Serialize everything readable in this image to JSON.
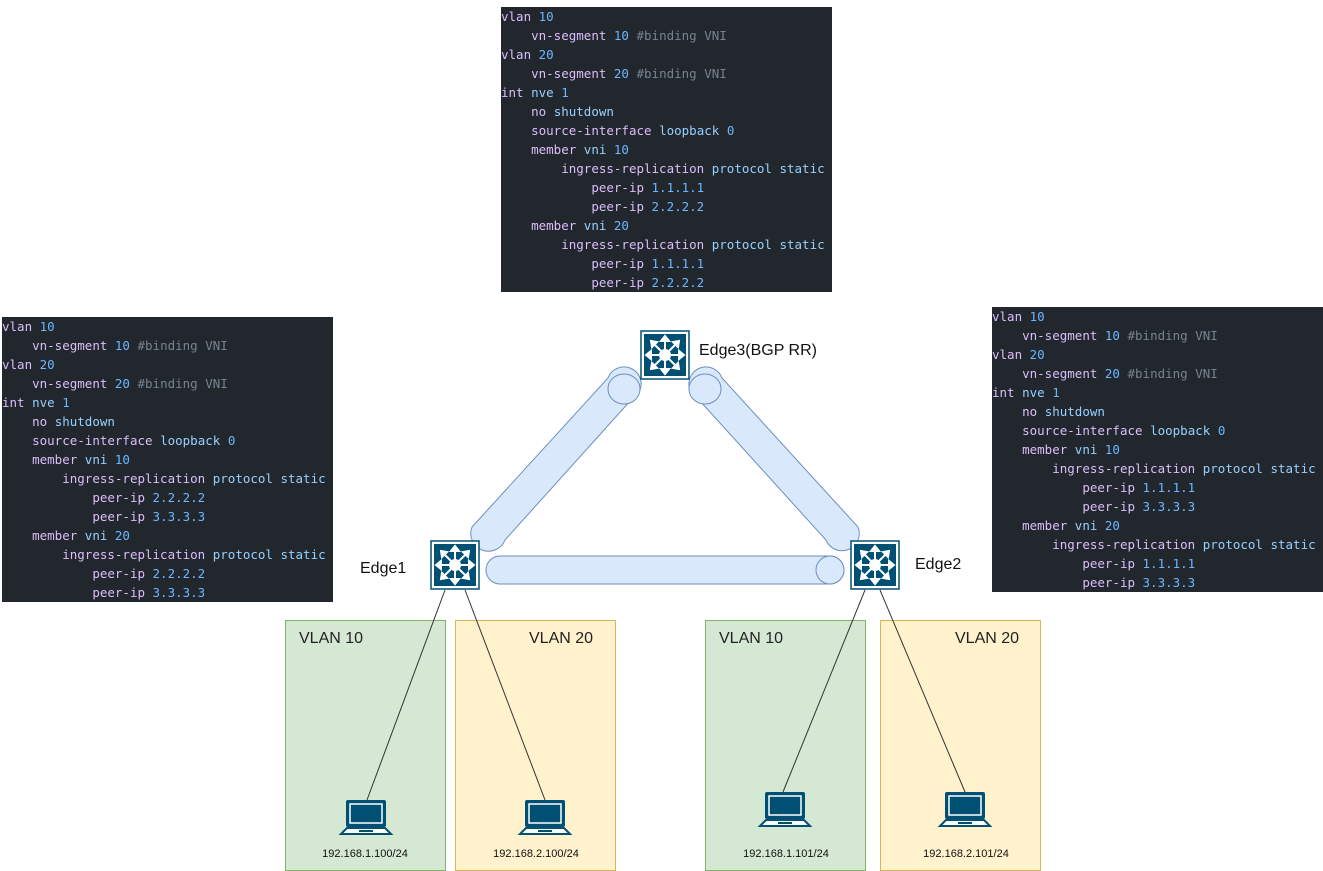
{
  "code_blocks": {
    "top": {
      "lines": [
        [
          [
            "kw",
            "vlan"
          ],
          [
            "txt",
            " "
          ],
          [
            "num",
            "10"
          ]
        ],
        [
          [
            "txt",
            "    "
          ],
          [
            "kw",
            "vn-segment"
          ],
          [
            "txt",
            " "
          ],
          [
            "num",
            "10"
          ],
          [
            "txt",
            " "
          ],
          [
            "cm",
            "#binding VNI"
          ]
        ],
        [
          [
            "kw",
            "vlan"
          ],
          [
            "txt",
            " "
          ],
          [
            "num",
            "20"
          ]
        ],
        [
          [
            "txt",
            "    "
          ],
          [
            "kw",
            "vn-segment"
          ],
          [
            "txt",
            " "
          ],
          [
            "num",
            "20"
          ],
          [
            "txt",
            " "
          ],
          [
            "cm",
            "#binding VNI"
          ]
        ],
        [
          [
            "kw",
            "int"
          ],
          [
            "txt",
            " "
          ],
          [
            "val",
            "nve"
          ],
          [
            "txt",
            " "
          ],
          [
            "num",
            "1"
          ]
        ],
        [
          [
            "txt",
            "    "
          ],
          [
            "kw",
            "no"
          ],
          [
            "txt",
            " "
          ],
          [
            "val",
            "shutdown"
          ]
        ],
        [
          [
            "txt",
            "    "
          ],
          [
            "kw",
            "source-interface"
          ],
          [
            "txt",
            " "
          ],
          [
            "val",
            "loopback"
          ],
          [
            "txt",
            " "
          ],
          [
            "num",
            "0"
          ]
        ],
        [
          [
            "txt",
            "    "
          ],
          [
            "kw",
            "member"
          ],
          [
            "txt",
            " "
          ],
          [
            "val",
            "vni"
          ],
          [
            "txt",
            " "
          ],
          [
            "num",
            "10"
          ]
        ],
        [
          [
            "txt",
            "        "
          ],
          [
            "kw",
            "ingress-replication"
          ],
          [
            "txt",
            " "
          ],
          [
            "val",
            "protocol static"
          ]
        ],
        [
          [
            "txt",
            "            "
          ],
          [
            "kw",
            "peer-ip"
          ],
          [
            "txt",
            " "
          ],
          [
            "num",
            "1.1.1.1"
          ]
        ],
        [
          [
            "txt",
            "            "
          ],
          [
            "kw",
            "peer-ip"
          ],
          [
            "txt",
            " "
          ],
          [
            "num",
            "2.2.2.2"
          ]
        ],
        [
          [
            "txt",
            "    "
          ],
          [
            "kw",
            "member"
          ],
          [
            "txt",
            " "
          ],
          [
            "val",
            "vni"
          ],
          [
            "txt",
            " "
          ],
          [
            "num",
            "20"
          ]
        ],
        [
          [
            "txt",
            "        "
          ],
          [
            "kw",
            "ingress-replication"
          ],
          [
            "txt",
            " "
          ],
          [
            "val",
            "protocol static"
          ]
        ],
        [
          [
            "txt",
            "            "
          ],
          [
            "kw",
            "peer-ip"
          ],
          [
            "txt",
            " "
          ],
          [
            "num",
            "1.1.1.1"
          ]
        ],
        [
          [
            "txt",
            "            "
          ],
          [
            "kw",
            "peer-ip"
          ],
          [
            "txt",
            " "
          ],
          [
            "num",
            "2.2.2.2"
          ]
        ]
      ]
    },
    "left": {
      "lines": [
        [
          [
            "kw",
            "vlan"
          ],
          [
            "txt",
            " "
          ],
          [
            "num",
            "10"
          ]
        ],
        [
          [
            "txt",
            "    "
          ],
          [
            "kw",
            "vn-segment"
          ],
          [
            "txt",
            " "
          ],
          [
            "num",
            "10"
          ],
          [
            "txt",
            " "
          ],
          [
            "cm",
            "#binding VNI"
          ]
        ],
        [
          [
            "kw",
            "vlan"
          ],
          [
            "txt",
            " "
          ],
          [
            "num",
            "20"
          ]
        ],
        [
          [
            "txt",
            "    "
          ],
          [
            "kw",
            "vn-segment"
          ],
          [
            "txt",
            " "
          ],
          [
            "num",
            "20"
          ],
          [
            "txt",
            " "
          ],
          [
            "cm",
            "#binding VNI"
          ]
        ],
        [
          [
            "kw",
            "int"
          ],
          [
            "txt",
            " "
          ],
          [
            "val",
            "nve"
          ],
          [
            "txt",
            " "
          ],
          [
            "num",
            "1"
          ]
        ],
        [
          [
            "txt",
            "    "
          ],
          [
            "kw",
            "no"
          ],
          [
            "txt",
            " "
          ],
          [
            "val",
            "shutdown"
          ]
        ],
        [
          [
            "txt",
            "    "
          ],
          [
            "kw",
            "source-interface"
          ],
          [
            "txt",
            " "
          ],
          [
            "val",
            "loopback"
          ],
          [
            "txt",
            " "
          ],
          [
            "num",
            "0"
          ]
        ],
        [
          [
            "txt",
            "    "
          ],
          [
            "kw",
            "member"
          ],
          [
            "txt",
            " "
          ],
          [
            "val",
            "vni"
          ],
          [
            "txt",
            " "
          ],
          [
            "num",
            "10"
          ]
        ],
        [
          [
            "txt",
            "        "
          ],
          [
            "kw",
            "ingress-replication"
          ],
          [
            "txt",
            " "
          ],
          [
            "val",
            "protocol static"
          ]
        ],
        [
          [
            "txt",
            "            "
          ],
          [
            "kw",
            "peer-ip"
          ],
          [
            "txt",
            " "
          ],
          [
            "num",
            "2.2.2.2"
          ]
        ],
        [
          [
            "txt",
            "            "
          ],
          [
            "kw",
            "peer-ip"
          ],
          [
            "txt",
            " "
          ],
          [
            "num",
            "3.3.3.3"
          ]
        ],
        [
          [
            "txt",
            "    "
          ],
          [
            "kw",
            "member"
          ],
          [
            "txt",
            " "
          ],
          [
            "val",
            "vni"
          ],
          [
            "txt",
            " "
          ],
          [
            "num",
            "20"
          ]
        ],
        [
          [
            "txt",
            "        "
          ],
          [
            "kw",
            "ingress-replication"
          ],
          [
            "txt",
            " "
          ],
          [
            "val",
            "protocol static"
          ]
        ],
        [
          [
            "txt",
            "            "
          ],
          [
            "kw",
            "peer-ip"
          ],
          [
            "txt",
            " "
          ],
          [
            "num",
            "2.2.2.2"
          ]
        ],
        [
          [
            "txt",
            "            "
          ],
          [
            "kw",
            "peer-ip"
          ],
          [
            "txt",
            " "
          ],
          [
            "num",
            "3.3.3.3"
          ]
        ]
      ]
    },
    "right": {
      "lines": [
        [
          [
            "kw",
            "vlan"
          ],
          [
            "txt",
            " "
          ],
          [
            "num",
            "10"
          ]
        ],
        [
          [
            "txt",
            "    "
          ],
          [
            "kw",
            "vn-segment"
          ],
          [
            "txt",
            " "
          ],
          [
            "num",
            "10"
          ],
          [
            "txt",
            " "
          ],
          [
            "cm",
            "#binding VNI"
          ]
        ],
        [
          [
            "kw",
            "vlan"
          ],
          [
            "txt",
            " "
          ],
          [
            "num",
            "20"
          ]
        ],
        [
          [
            "txt",
            "    "
          ],
          [
            "kw",
            "vn-segment"
          ],
          [
            "txt",
            " "
          ],
          [
            "num",
            "20"
          ],
          [
            "txt",
            " "
          ],
          [
            "cm",
            "#binding VNI"
          ]
        ],
        [
          [
            "kw",
            "int"
          ],
          [
            "txt",
            " "
          ],
          [
            "val",
            "nve"
          ],
          [
            "txt",
            " "
          ],
          [
            "num",
            "1"
          ]
        ],
        [
          [
            "txt",
            "    "
          ],
          [
            "kw",
            "no"
          ],
          [
            "txt",
            " "
          ],
          [
            "val",
            "shutdown"
          ]
        ],
        [
          [
            "txt",
            "    "
          ],
          [
            "kw",
            "source-interface"
          ],
          [
            "txt",
            " "
          ],
          [
            "val",
            "loopback"
          ],
          [
            "txt",
            " "
          ],
          [
            "num",
            "0"
          ]
        ],
        [
          [
            "txt",
            "    "
          ],
          [
            "kw",
            "member"
          ],
          [
            "txt",
            " "
          ],
          [
            "val",
            "vni"
          ],
          [
            "txt",
            " "
          ],
          [
            "num",
            "10"
          ]
        ],
        [
          [
            "txt",
            "        "
          ],
          [
            "kw",
            "ingress-replication"
          ],
          [
            "txt",
            " "
          ],
          [
            "val",
            "protocol static"
          ]
        ],
        [
          [
            "txt",
            "            "
          ],
          [
            "kw",
            "peer-ip"
          ],
          [
            "txt",
            " "
          ],
          [
            "num",
            "1.1.1.1"
          ]
        ],
        [
          [
            "txt",
            "            "
          ],
          [
            "kw",
            "peer-ip"
          ],
          [
            "txt",
            " "
          ],
          [
            "num",
            "3.3.3.3"
          ]
        ],
        [
          [
            "txt",
            "    "
          ],
          [
            "kw",
            "member"
          ],
          [
            "txt",
            " "
          ],
          [
            "val",
            "vni"
          ],
          [
            "txt",
            " "
          ],
          [
            "num",
            "20"
          ]
        ],
        [
          [
            "txt",
            "        "
          ],
          [
            "kw",
            "ingress-replication"
          ],
          [
            "txt",
            " "
          ],
          [
            "val",
            "protocol static"
          ]
        ],
        [
          [
            "txt",
            "            "
          ],
          [
            "kw",
            "peer-ip"
          ],
          [
            "txt",
            " "
          ],
          [
            "num",
            "1.1.1.1"
          ]
        ],
        [
          [
            "txt",
            "            "
          ],
          [
            "kw",
            "peer-ip"
          ],
          [
            "txt",
            " "
          ],
          [
            "num",
            "3.3.3.3"
          ]
        ]
      ]
    }
  },
  "nodes": {
    "edge1": "Edge1",
    "edge2": "Edge2",
    "edge3": "Edge3(BGP RR)"
  },
  "zones": {
    "z1": {
      "label": "VLAN 10",
      "ip": "192.168.1.100/24"
    },
    "z2": {
      "label": "VLAN 20",
      "ip": "192.168.2.100/24"
    },
    "z3": {
      "label": "VLAN 10",
      "ip": "192.168.1.101/24"
    },
    "z4": {
      "label": "VLAN 20",
      "ip": "192.168.2.101/24"
    }
  },
  "colors": {
    "code_bg": "#22272e",
    "tunnel_fill": "#dae8fc",
    "tunnel_stroke": "#6c8ebf",
    "switch_fill": "#005073",
    "vlan10_fill": "#d5e8d4",
    "vlan20_fill": "#fff2cc"
  },
  "icons": {
    "switch": "l3-switch-icon",
    "laptop": "laptop-icon"
  }
}
